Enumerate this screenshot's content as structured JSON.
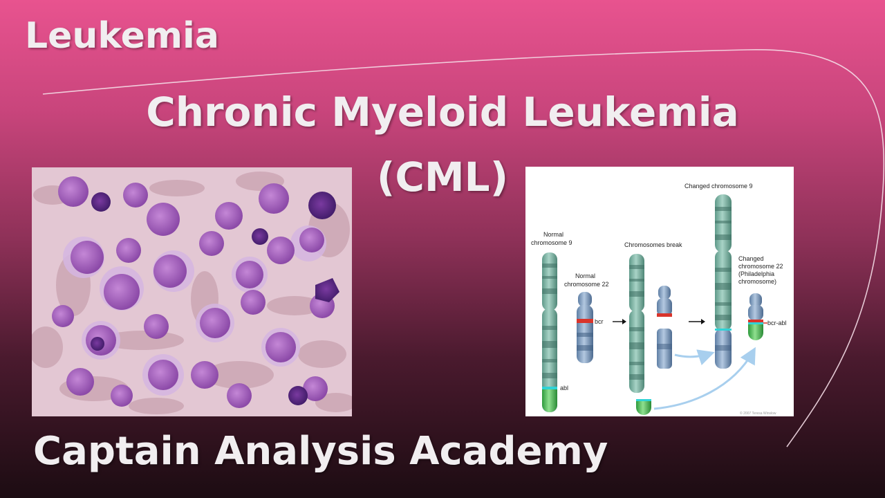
{
  "slide": {
    "title": "Leukemia",
    "heading_line1": "Chronic Myeloid Leukemia",
    "heading_line2": "(CML)",
    "footer": "Captain Analysis Academy"
  },
  "diagram": {
    "label_normal_chr9": [
      "Normal",
      "chromosome 9"
    ],
    "label_normal_chr22": [
      "Normal",
      "chromosome 22"
    ],
    "label_break": "Chromosomes break",
    "label_changed_chr9": "Changed chromosome 9",
    "label_changed_chr22": [
      "Changed",
      "chromosome 22",
      "(Philadelphia",
      "chromosome)"
    ],
    "gene_abl": "abl",
    "gene_bcr": "bcr",
    "gene_bcr_abl": "bcr-abl",
    "copyright": "© 2007 Teresa Winslow"
  },
  "colors": {
    "chromosome_body": "#7fb3a3",
    "chromosome_22_body": "#7f9cc0",
    "bcr_band": "#d9342b",
    "abl_band": "#2fd3d6",
    "abl_segment": "#4fc15a",
    "arrow_blue": "#a8cfee"
  },
  "icons": [
    "arrow-right-icon"
  ]
}
